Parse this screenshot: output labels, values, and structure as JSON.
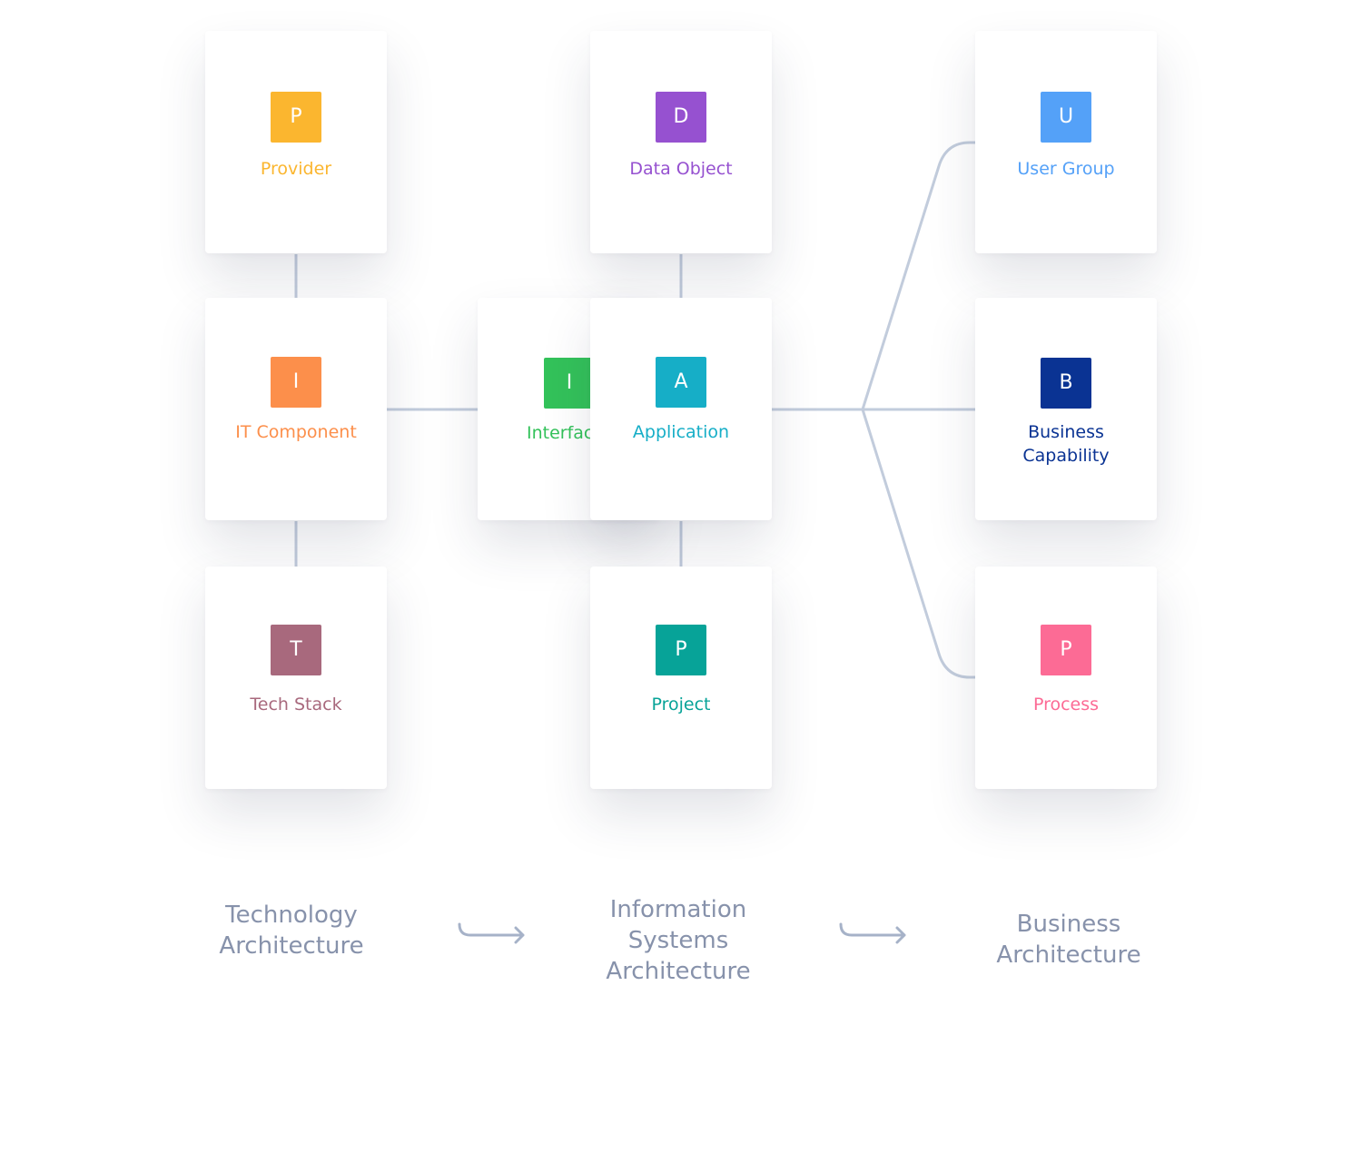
{
  "line_color": "#c2ccdc",
  "cards": {
    "provider": {
      "letter": "P",
      "label": "Provider",
      "color": "#fbb62f"
    },
    "it_component": {
      "letter": "I",
      "label": "IT Component",
      "color": "#fc8f4b"
    },
    "tech_stack": {
      "letter": "T",
      "label": "Tech Stack",
      "color": "#a8697d"
    },
    "interface": {
      "letter": "I",
      "label": "Interface",
      "color": "#33c25a"
    },
    "data_object": {
      "letter": "D",
      "label": "Data Object",
      "color": "#9651d0"
    },
    "application": {
      "letter": "A",
      "label": "Application",
      "color": "#16aec7"
    },
    "project": {
      "letter": "P",
      "label": "Project",
      "color": "#07a398"
    },
    "user_group": {
      "letter": "U",
      "label": "User Group",
      "color": "#54a1f8"
    },
    "business_capability": {
      "letter": "B",
      "label": "Business\nCapability",
      "color": "#0a3393"
    },
    "process": {
      "letter": "P",
      "label": "Process",
      "color": "#fc6b95"
    }
  },
  "layers": {
    "technology": "Technology\nArchitecture",
    "information_systems": "Information\nSystems\nArchitecture",
    "business": "Business\nArchitecture",
    "arrow_color": "#a6b2c8"
  }
}
